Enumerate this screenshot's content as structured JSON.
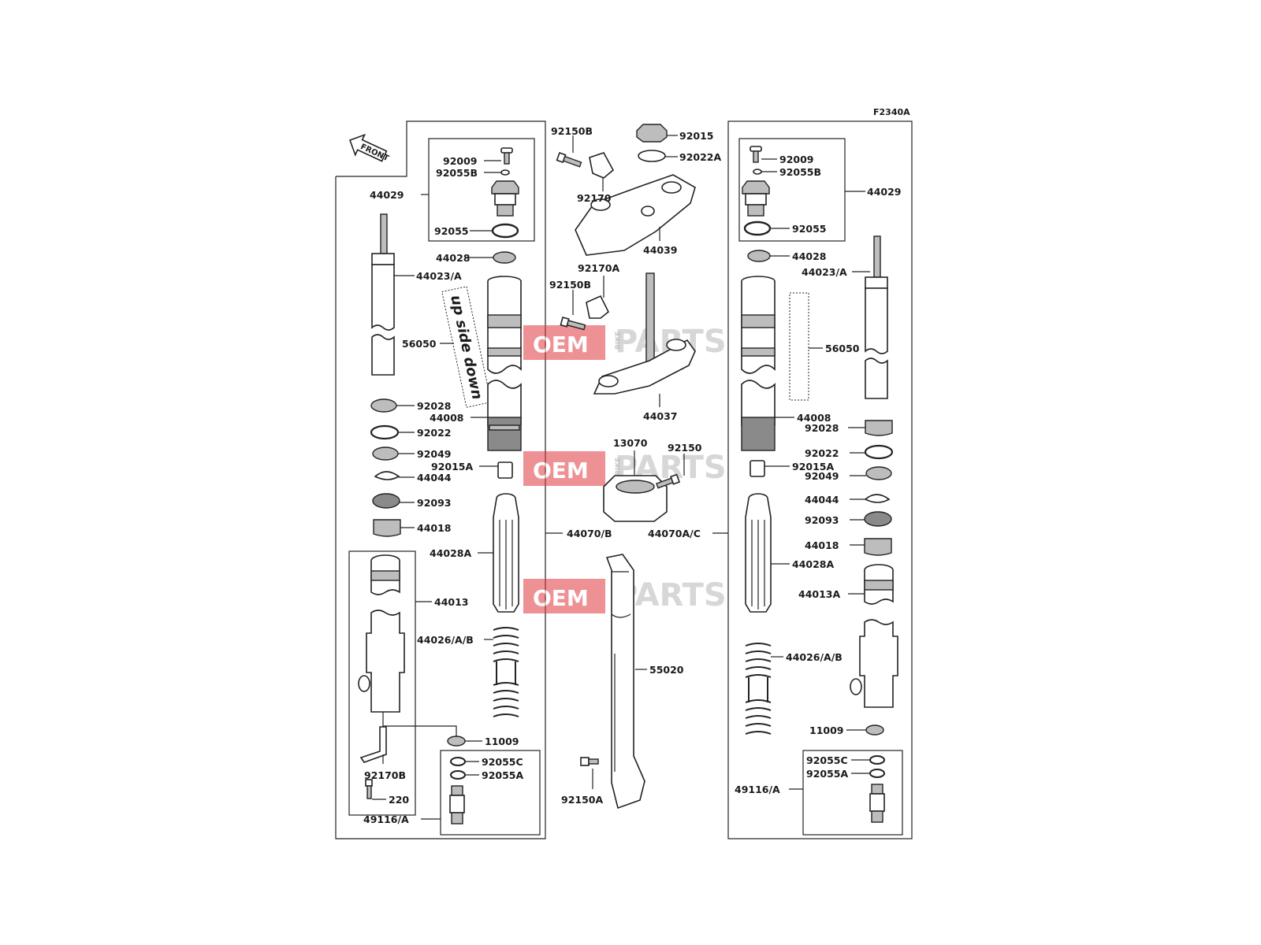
{
  "diagram_code": "F2340A",
  "front_arrow_label": "FRONT",
  "fork_decal_text": "up side down",
  "watermark": {
    "brand_a": "OEM",
    "brand_b": "BIKE",
    "brand_c": "PARTS",
    "accent": "#e0393e"
  },
  "left_fork": {
    "top_cap_assy": "44029",
    "bolt_92009": "92009",
    "oring_92055b": "92055B",
    "oring_92055": "92055",
    "bushing_44028": "44028",
    "rod_44023": "44023/A",
    "decal_56050": "56050",
    "bushing_92028": "92028",
    "slide_44008": "44008",
    "washer_92022": "92022",
    "seal_92049": "92049",
    "nut_92015a": "92015A",
    "clip_44044": "44044",
    "seal_92093": "92093",
    "bushing_44018": "44018",
    "cylinder_44028a": "44028A",
    "tube_44070": "44070/B",
    "bottom_44013": "44013",
    "spring_44026": "44026/A/B",
    "washer_11009": "11009",
    "oring_92055c": "92055C",
    "oring_92055a": "92055A",
    "bracket_92170b": "92170B",
    "bolt_220": "220",
    "valve_49116": "49116/A"
  },
  "center": {
    "bolt_92150b_top": "92150B",
    "nut_92015": "92015",
    "washer_92022a": "92022A",
    "clamp_92170": "92170",
    "upper_bracket_44039": "44039",
    "clamp_92170a": "92170A",
    "bolt_92150b_mid": "92150B",
    "stem_44037": "44037",
    "holder_13070": "13070",
    "bolt_92150": "92150",
    "guard_55020": "55020",
    "bolt_92150a": "92150A"
  },
  "right_fork": {
    "bolt_92009": "92009",
    "oring_92055b": "92055B",
    "top_cap_assy": "44029",
    "oring_92055": "92055",
    "bushing_44028": "44028",
    "rod_44023": "44023/A",
    "decal_56050": "56050",
    "slide_44008": "44008",
    "bushing_92028": "92028",
    "washer_92022": "92022",
    "nut_92015a": "92015A",
    "seal_92049": "92049",
    "clip_44044": "44044",
    "seal_92093": "92093",
    "tube_44070": "44070A/C",
    "bushing_44018": "44018",
    "cylinder_44028a": "44028A",
    "bottom_44013": "44013A",
    "spring_44026": "44026/A/B",
    "washer_11009": "11009",
    "oring_92055c": "92055C",
    "oring_92055a": "92055A",
    "valve_49116": "49116/A"
  }
}
